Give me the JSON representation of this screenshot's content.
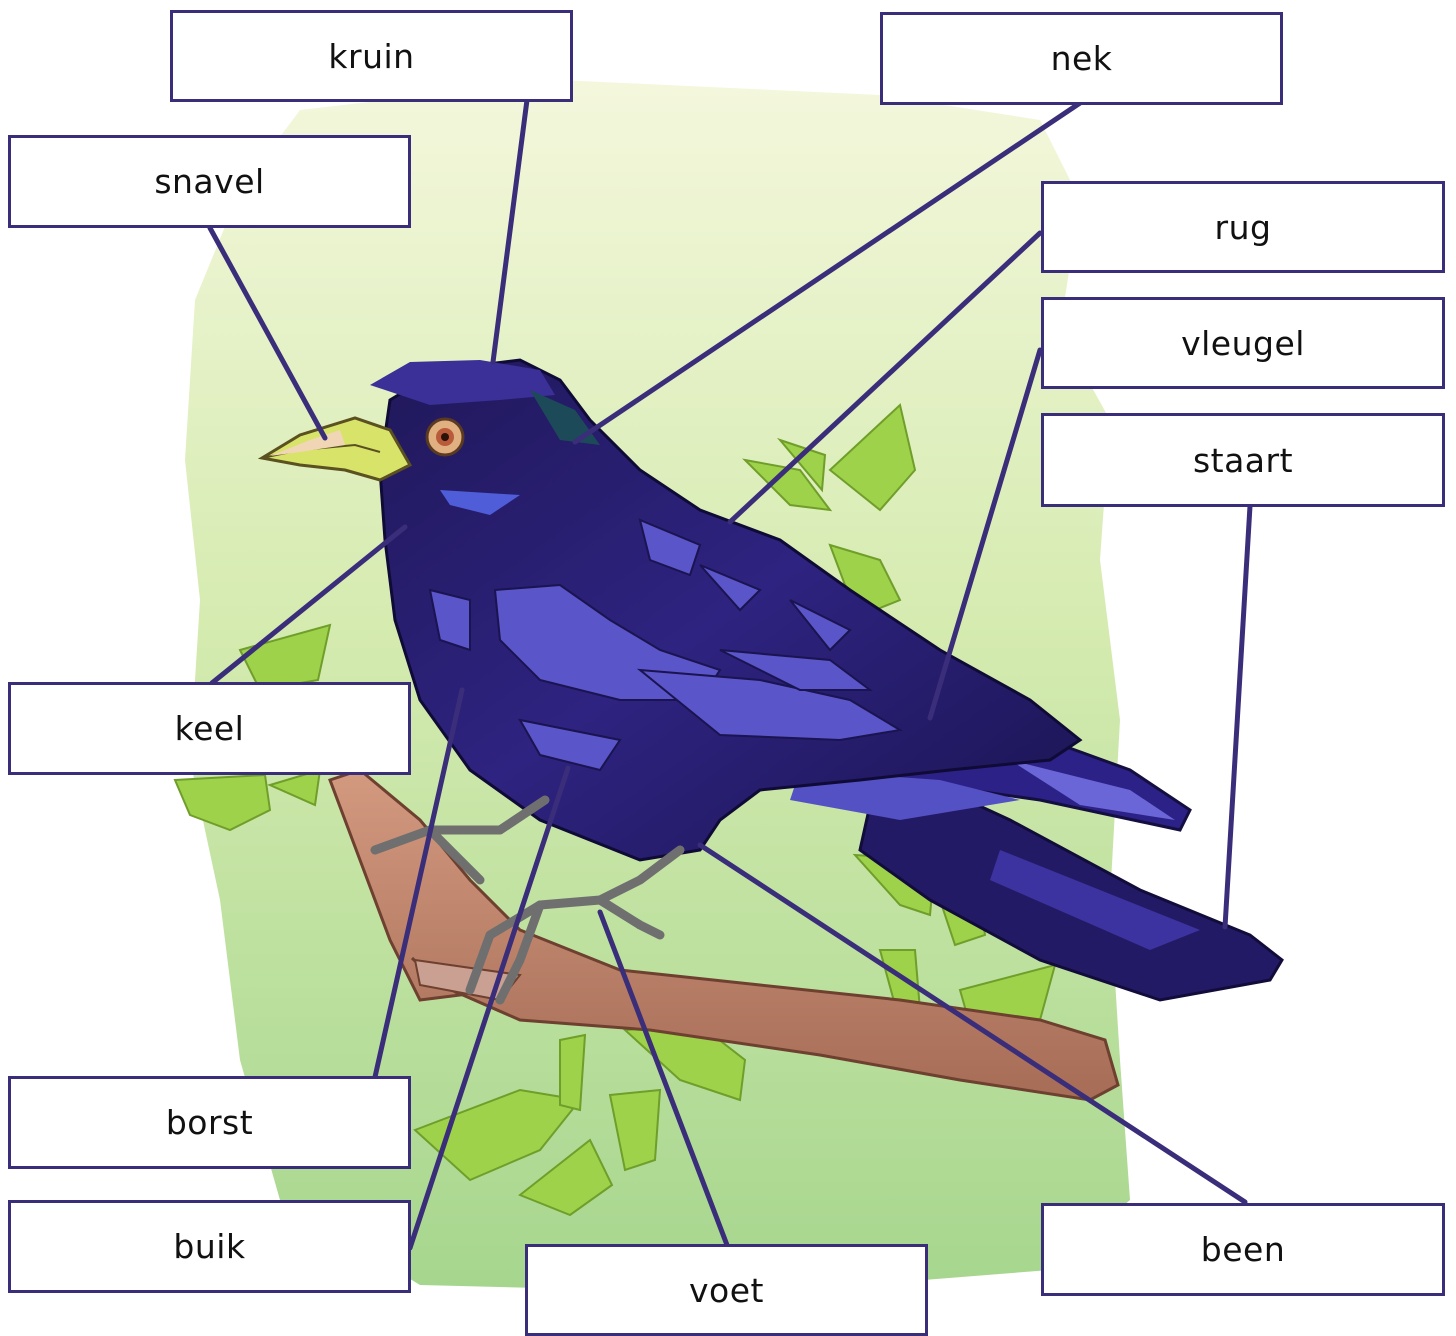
{
  "colors": {
    "line": "#3a2d7a",
    "box_border": "#3a2d7a",
    "background_tint_top": "#f3f6d8",
    "background_tint_bottom": "#a8d890",
    "bird_body": "#2a1f6e",
    "bird_highlight": "#5a55c8",
    "beak": "#d8e36a",
    "branch": "#b98068",
    "leaf": "#9ed24a"
  },
  "labels": {
    "kruin": "kruin",
    "nek": "nek",
    "snavel": "snavel",
    "rug": "rug",
    "vleugel": "vleugel",
    "staart": "staart",
    "keel": "keel",
    "borst": "borst",
    "buik": "buik",
    "voet": "voet",
    "been": "been"
  }
}
